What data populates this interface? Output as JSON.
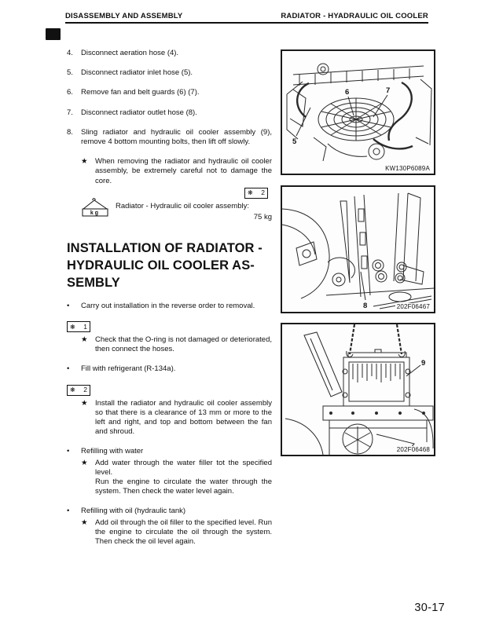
{
  "header": {
    "left": "DISASSEMBLY AND ASSEMBLY",
    "right": "RADIATOR - HYADRAULIC OIL COOLER"
  },
  "symbols": {
    "star": "★",
    "bullet": "•",
    "ref": "❋"
  },
  "removal": {
    "steps": [
      {
        "num": "4.",
        "text": "Disconnect aeration hose (4)."
      },
      {
        "num": "5.",
        "text": "Disconnect radiator inlet hose (5)."
      },
      {
        "num": "6.",
        "text": "Remove fan and belt guards (6)  (7)."
      },
      {
        "num": "7.",
        "text": "Disconnect radiator outlet hose (8)."
      },
      {
        "num": "8.",
        "text": "Sling radiator and hydraulic oil cooler assembly (9), remove 4 bottom mounting bolts, then lift off slowly."
      }
    ],
    "caution": "When removing the radiator and hydraulic oil cooler assembly, be extremely careful not to damage the core.",
    "ref_badge": {
      "symbol": "❋",
      "number": "2"
    },
    "weight": {
      "unit_label": "kg",
      "label": "Radiator - Hydraulic oil cooler assembly:",
      "value": "75 kg"
    }
  },
  "installation": {
    "title_lines": [
      "INSTALLATION OF RADIATOR -",
      "HYDRAULIC OIL COOLER AS-",
      "SEMBLY"
    ],
    "intro_bullet": "Carry out installation in the reverse order to removal.",
    "ref1": {
      "symbol": "❋",
      "number": "1",
      "note": "Check that the O-ring is not damaged or deteriorated, then connect the hoses."
    },
    "refrigerant_bullet": "Fill with refrigerant (R-134a).",
    "ref2": {
      "symbol": "❋",
      "number": "2",
      "note": "Install the radiator and hydraulic oil cooler assembly so that there is a clearance of 13 mm or more to the left and right, and top and bottom between the fan and shroud."
    },
    "water": {
      "bullet": "Refilling with water",
      "note1": "Add water through the water filler tot the specified level.",
      "note2": "Run the engine to circulate the water through the system. Then check the water level again."
    },
    "oil": {
      "bullet": "Refilling with oil (hydraulic tank)",
      "note": "Add oil through the oil filler to the specified level. Run the engine to circulate the oil through the system. Then check the oil level again."
    }
  },
  "figures": [
    {
      "caption": "KW130P6089A",
      "labels": [
        "5",
        "6",
        "7"
      ]
    },
    {
      "caption": "202F06467",
      "labels": [
        "8"
      ]
    },
    {
      "caption": "202F06468",
      "labels": [
        "9"
      ]
    }
  ],
  "page": {
    "number": "30-17"
  }
}
